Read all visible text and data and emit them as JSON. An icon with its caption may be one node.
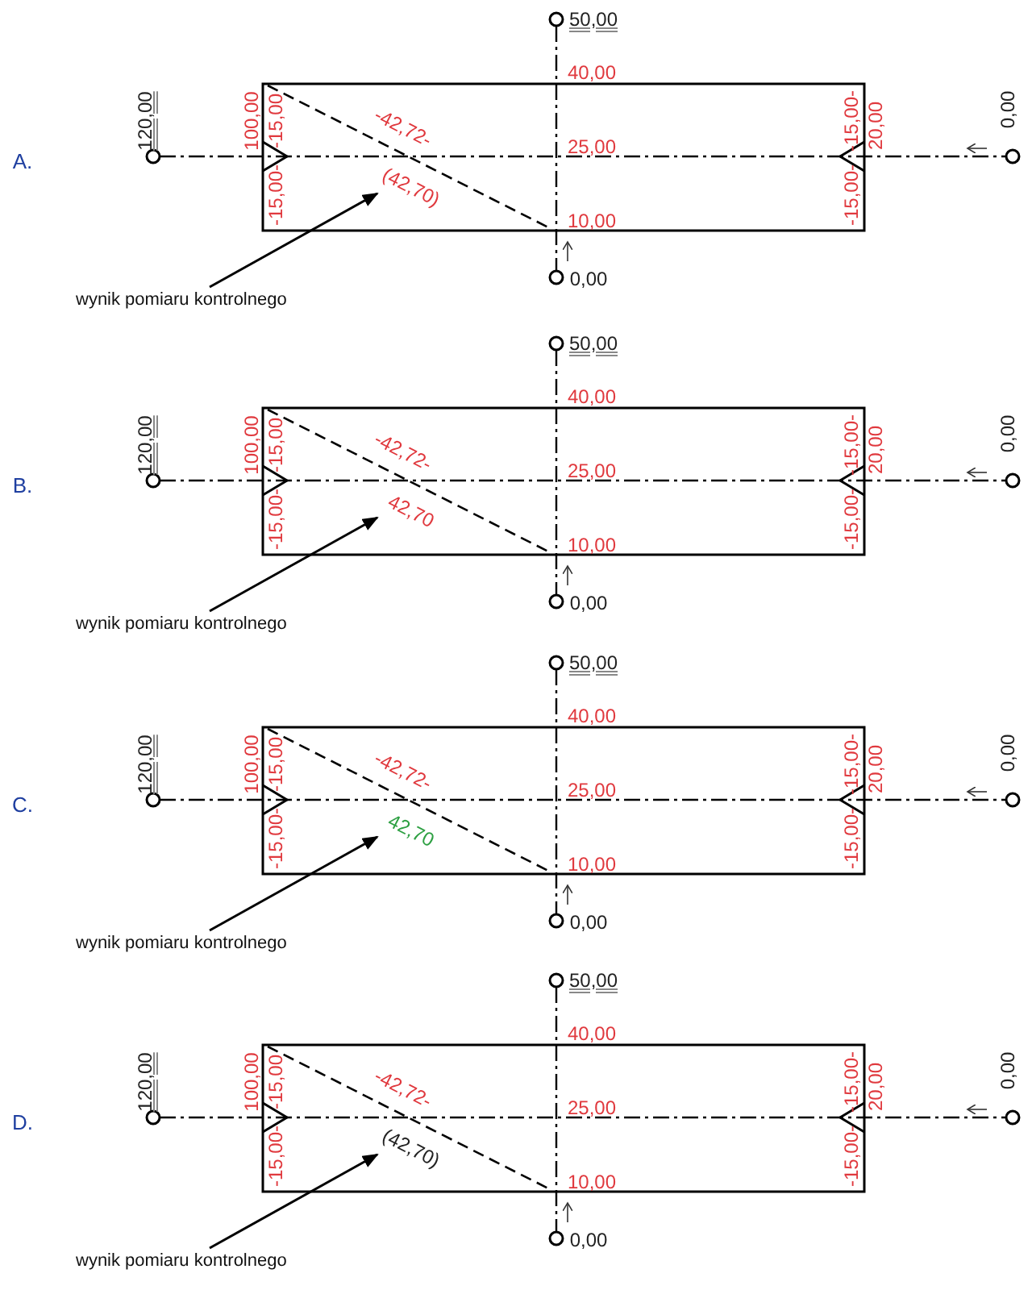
{
  "diagram": {
    "nodes": [
      {
        "text": [
          "wynik pomiaru kontrolnego"
        ]
      },
      {
        "text": [
          "(42,70)"
        ]
      },
      {
        "text": [
          "wynik pomiaru kontrolnego"
        ]
      },
      {
        "text": [
          "42,70"
        ]
      },
      {
        "text": [
          "wynik pomiaru kontrolnego"
        ]
      },
      {
        "text": [
          "42,70"
        ]
      },
      {
        "text": [
          "wynik pomiaru kontrolnego"
        ]
      },
      {
        "text": [
          "(42,70)"
        ]
      }
    ],
    "edges": [
      {
        "from": 0,
        "to": 1,
        "arrow": "to"
      },
      {
        "from": 2,
        "to": 3,
        "arrow": "to"
      },
      {
        "from": 4,
        "to": 5,
        "arrow": "to"
      },
      {
        "from": 6,
        "to": 7,
        "arrow": "to"
      }
    ],
    "labels": [
      "A.",
      "50,00",
      "40,00",
      "120,00",
      "100,00",
      "-15,00",
      "-42,72-",
      "-15,00-",
      "20,00",
      "0,00",
      "25,00",
      "-15,00-",
      "-15,00-",
      "10,00",
      "0,00",
      "B.",
      "50,00",
      "40,00",
      "120,00",
      "100,00",
      "-15,00",
      "-42,72-",
      "-15,00-",
      "20,00",
      "0,00",
      "25,00",
      "-15,00-",
      "-15,00-",
      "10,00",
      "0,00",
      "C.",
      "50,00",
      "40,00",
      "120,00",
      "100,00",
      "-15,00",
      "-42,72-",
      "-15,00-",
      "20,00",
      "0,00",
      "25,00",
      "-15,00-",
      "-15,00-",
      "10,00",
      "0,00",
      "D.",
      "50,00",
      "40,00",
      "120,00",
      "100,00",
      "-15,00",
      "-42,72-",
      "-15,00-",
      "20,00",
      "0,00",
      "25,00",
      "-15,00-",
      "-15,00-",
      "10,00",
      "0,00"
    ]
  }
}
